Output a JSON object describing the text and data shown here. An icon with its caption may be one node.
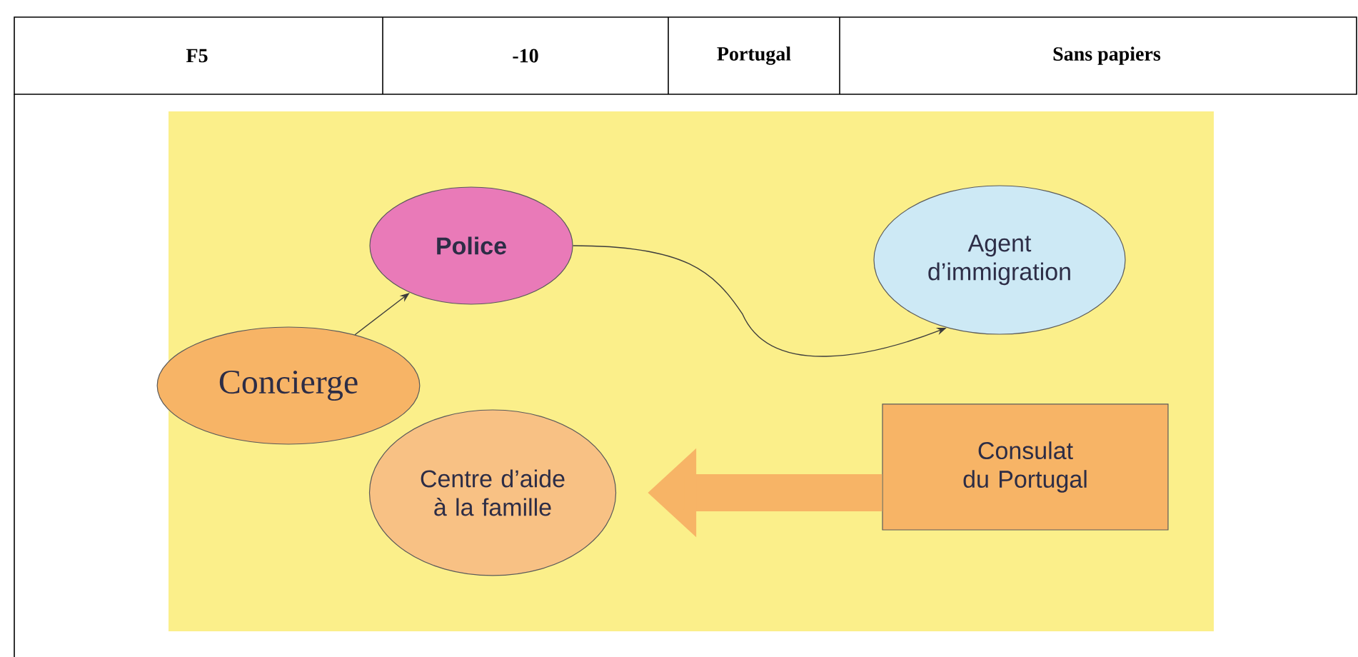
{
  "diagram": {
    "nodes": [
      {
        "text": [
          "**Police**"
        ]
      },
      {
        "text": [
          "Agent d’immigration"
        ]
      },
      {
        "text": [
          "Concierge"
        ]
      },
      {
        "text": [
          "Centre d’aide à la famille"
        ]
      },
      {
        "text": [
          "Consulat du Portugal"
        ]
      }
    ],
    "edges": [
      {
        "from": 2,
        "to": 0,
        "arrow": "to"
      },
      {
        "from": 0,
        "to": 1,
        "arrow": "to"
      },
      {
        "from": 4,
        "to": 3,
        "arrow": "to",
        "style": "thick",
        "color": "#f7b466"
      }
    ],
    "labels": [
      "F5",
      "-10",
      "Portugal",
      "Sans papiers"
    ]
  }
}
